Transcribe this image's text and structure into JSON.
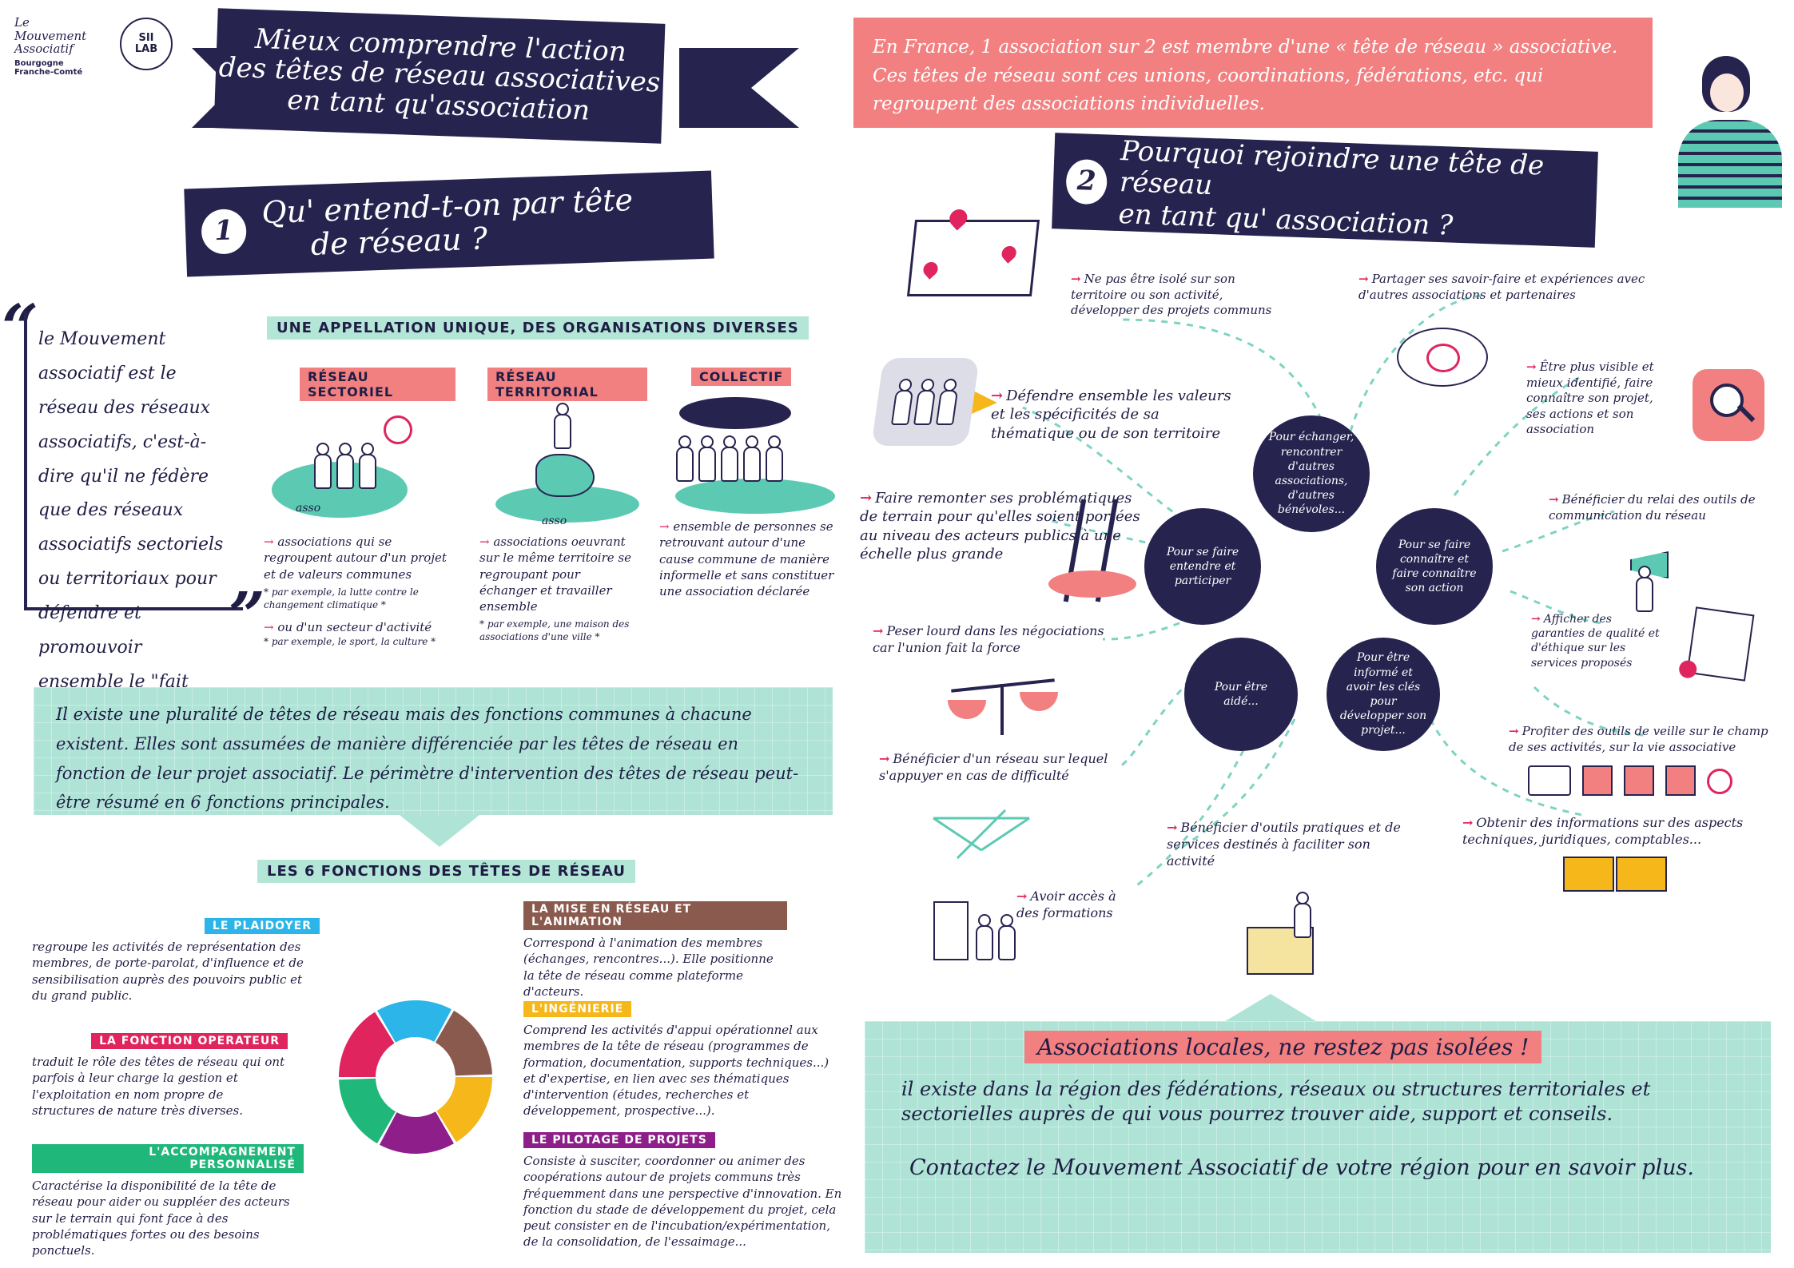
{
  "logos": {
    "mouvement": "Le Mouvement Associatif",
    "region": "Bourgogne Franche-Comté",
    "sii": "SII LAB"
  },
  "header": {
    "title_l1": "Mieux comprendre l'action",
    "title_l2": "des têtes de réseau associatives",
    "title_l3": "en tant qu'association",
    "intro": "En France, 1 association sur 2 est membre d'une « tête de réseau » associative. Ces têtes de réseau sont ces unions, coordinations, fédérations, etc. qui regroupent des associations individuelles."
  },
  "section1": {
    "number": "1",
    "title_l1": "Qu' entend-t-on par tête",
    "title_l2": "de réseau ?",
    "quote": "le Mouvement associatif est le réseau des réseaux associatifs, c'est-à-dire qu'il ne fédère que des réseaux associatifs sectoriels ou territoriaux pour défendre et promouvoir ensemble le \"fait associatif\".",
    "appellation": "UNE APPELLATION UNIQUE, DES ORGANISATIONS DIVERSES",
    "types": [
      {
        "label": "RÉSEAU SECTORIEL",
        "pic": "asso",
        "desc1": "associations qui se regroupent autour d'un projet et de valeurs communes",
        "ex1": "* par exemple, la lutte contre le changement climatique *",
        "desc2": "ou d'un secteur d'activité",
        "ex2": "* par exemple, le sport, la culture *"
      },
      {
        "label": "RÉSEAU TERRITORIAL",
        "pic": "asso",
        "desc1": "associations oeuvrant sur le même territoire se regroupant pour échanger et travailler ensemble",
        "ex1": "* par exemple, une maison des associations d'une ville *"
      },
      {
        "label": "COLLECTIF",
        "desc1": "ensemble de personnes se retrouvant autour d'une cause commune de manière informelle et sans constituer une association déclarée"
      }
    ],
    "plurality": "Il existe une pluralité de têtes de réseau mais des fonctions communes à chacune existent. Elles sont assumées de manière différenciée par les têtes de réseau en fonction de leur projet associatif. Le périmètre d'intervention des têtes de réseau peut-être résumé en 6 fonctions principales.",
    "functions_title": "LES 6 FONCTIONS DES TÊTES DE RÉSEAU",
    "functions": [
      {
        "label": "LE PLAIDOYER",
        "color": "#2bb5e8",
        "text": "regroupe les activités de représentation des membres, de porte-parolat, d'influence et de sensibilisation auprès des pouvoirs public et du grand public."
      },
      {
        "label": "LA FONCTION OPERATEUR",
        "color": "#e0245e",
        "text": "traduit le rôle des têtes de réseau qui ont parfois à leur charge la gestion et l'exploitation en nom propre de structures de nature très diverses."
      },
      {
        "label": "L'ACCOMPAGNEMENT PERSONNALISÉ",
        "color": "#1fb87a",
        "text": "Caractérise la disponibilité de la tête de réseau pour aider ou suppléer des acteurs sur le terrain qui font face à des problématiques fortes ou des besoins ponctuels."
      },
      {
        "label": "LA MISE EN RÉSEAU ET L'ANIMATION",
        "color": "#8a5a4e",
        "text": "Correspond à l'animation des membres (échanges, rencontres...). Elle positionne la tête de réseau comme plateforme d'acteurs."
      },
      {
        "label": "L'INGÉNIERIE",
        "color": "#f5b71a",
        "text": "Comprend les activités d'appui opérationnel aux membres de la tête de réseau (programmes de formation, documentation, supports techniques...) et d'expertise, en lien avec ses thématiques d'intervention (études, recherches et développement, prospective...)."
      },
      {
        "label": "LE PILOTAGE DE PROJETS",
        "color": "#8e1e8a",
        "text": "Consiste à susciter, coordonner ou animer des coopérations autour de projets communs très fréquemment dans une perspective d'innovation. En fonction du stade de développement du projet, cela peut consister en de l'incubation/expérimentation, de la consolidation, de l'essaimage..."
      }
    ]
  },
  "section2": {
    "number": "2",
    "title_l1": "Pourquoi rejoindre une tête de réseau",
    "title_l2": "en tant qu' association ?",
    "hubs": [
      "Pour échanger, rencontrer d'autres associations, d'autres bénévoles...",
      "Pour se faire entendre et participer",
      "Pour se faire connaître et faire connaître son action",
      "Pour être aidé...",
      "Pour être informé et avoir les clés pour développer son projet..."
    ],
    "items": [
      "Ne pas être isolé sur son territoire ou son activité, développer des projets communs",
      "Partager ses savoir-faire et expériences avec d'autres associations et partenaires",
      "Défendre ensemble les valeurs et les spécificités de sa thématique ou de son territoire",
      "Être plus visible et mieux identifié, faire connaître son projet, ses actions et son association",
      "Faire remonter ses problématiques de terrain pour qu'elles soient portées au niveau des acteurs publics à une échelle plus grande",
      "Bénéficier du relai des outils de communication du réseau",
      "Peser lourd dans les négociations car l'union fait la force",
      "Afficher des garanties de qualité et d'éthique sur les services proposés",
      "Bénéficier d'un réseau sur lequel s'appuyer en cas de difficulté",
      "Profiter des outils de veille sur le champ de ses activités, sur la vie associative",
      "Bénéficier d'outils pratiques et de services destinés à faciliter son activité",
      "Obtenir des informations sur des aspects techniques, juridiques, comptables...",
      "Avoir accès à des formations"
    ],
    "cta_title": "Associations locales, ne restez pas isolées !",
    "cta_text": "il existe dans la région des fédérations, réseaux ou structures territoriales et sectorielles auprès de qui vous pourrez trouver aide, support et conseils.",
    "cta_contact": "Contactez le Mouvement Associatif de votre région pour en savoir plus."
  }
}
